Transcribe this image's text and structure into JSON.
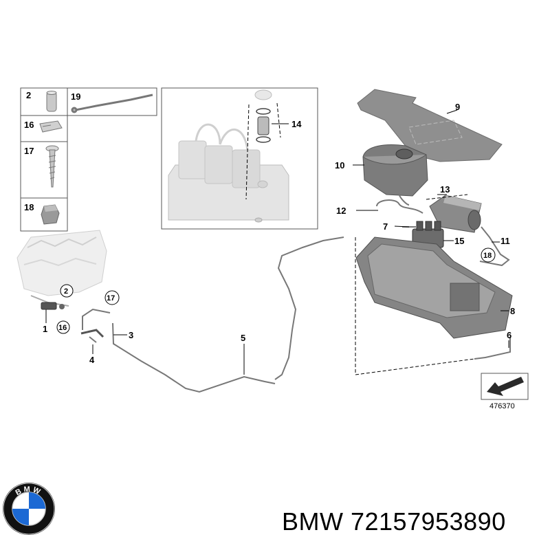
{
  "callouts": {
    "c1": "1",
    "c2": "2",
    "c3": "3",
    "c4": "4",
    "c5": "5",
    "c6": "6",
    "c7": "7",
    "c8": "8",
    "c9": "9",
    "c10": "10",
    "c11": "11",
    "c12": "12",
    "c13": "13",
    "c14": "14",
    "c15": "15",
    "c16": "16",
    "c17": "17",
    "c18": "18",
    "c19": "19"
  },
  "reference_number": "476370",
  "caption": "BMW 72157953890",
  "logo": {
    "text": "BMW",
    "colors": {
      "blue": "#1c69d4",
      "white": "#ffffff",
      "ring": "#111111"
    }
  }
}
